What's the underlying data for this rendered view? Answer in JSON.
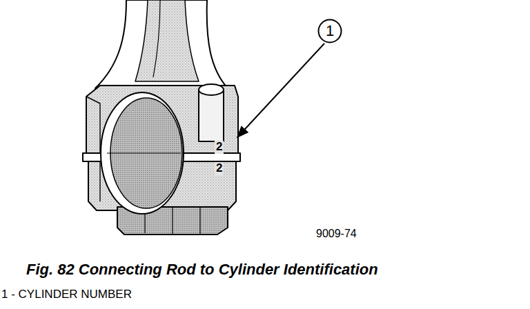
{
  "diagram": {
    "caption": "Fig. 82 Connecting Rod to Cylinder Identification",
    "nodes": [
      {
        "text": [
          "1"
        ]
      }
    ],
    "edges": [],
    "labels": [
      "2",
      "2",
      "9009-74",
      "1 - CYLINDER NUMBER"
    ]
  }
}
